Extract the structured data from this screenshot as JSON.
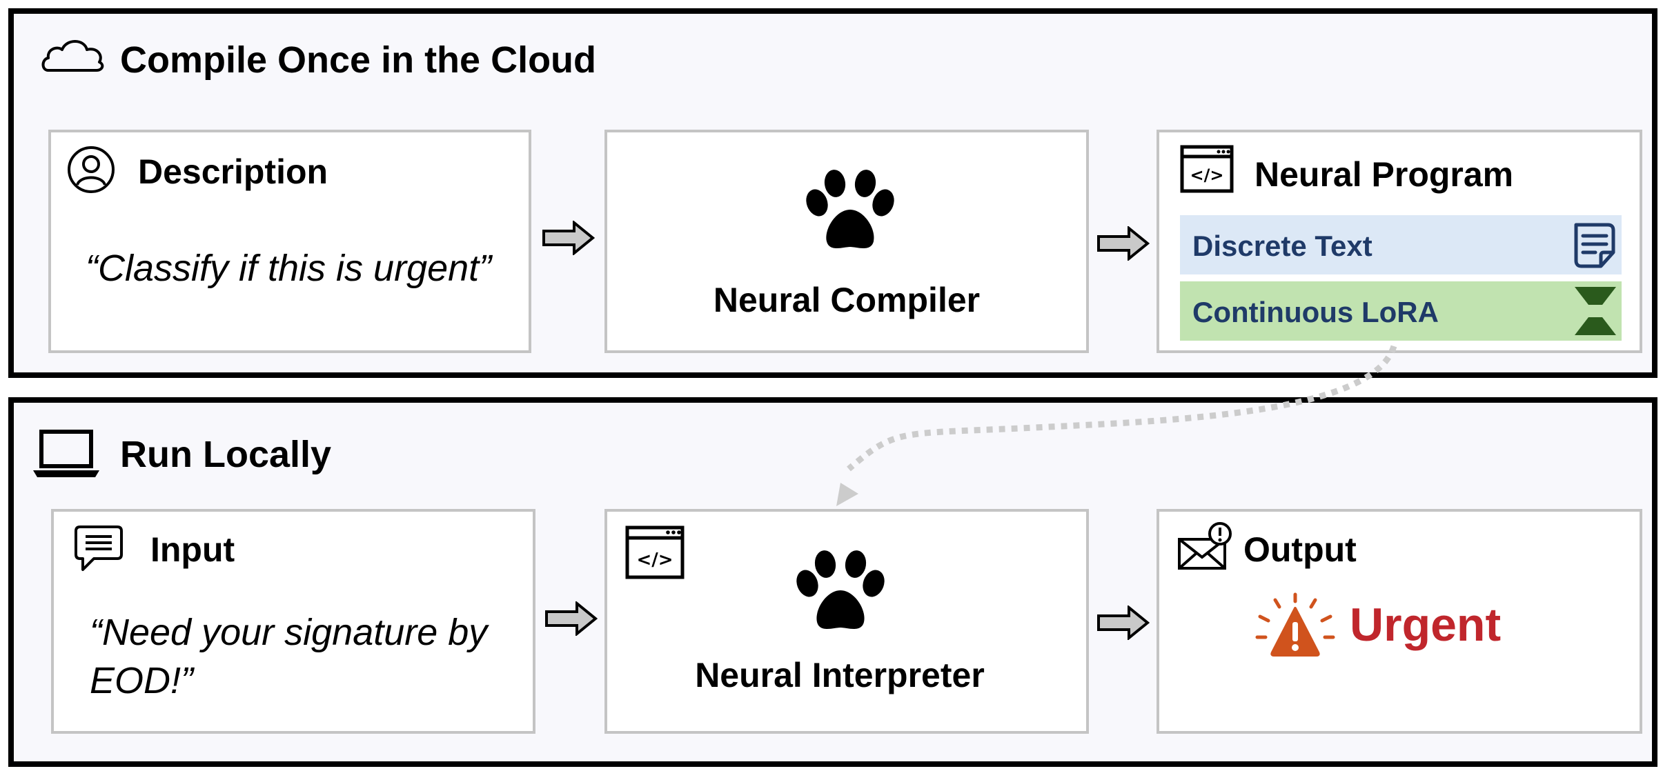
{
  "top_panel": {
    "title": "Compile Once in the Cloud",
    "icon": "cloud-icon",
    "description_box": {
      "title": "Description",
      "icon": "user-circle-icon",
      "quote": "“Classify if this is urgent”"
    },
    "compiler_box": {
      "label": "Neural Compiler",
      "icon": "paw-icon"
    },
    "program_box": {
      "title": "Neural Program",
      "icon": "code-window-icon",
      "bands": [
        {
          "label": "Discrete Text",
          "color": "#dce8f6",
          "icon": "document-icon"
        },
        {
          "label": "Continuous LoRA",
          "color": "#c1e3b0",
          "icon": "hourglass-icon"
        }
      ]
    }
  },
  "bottom_panel": {
    "title": "Run Locally",
    "icon": "laptop-icon",
    "input_box": {
      "title": "Input",
      "icon": "chat-bubble-icon",
      "quote": "“Need your signature by EOD!”"
    },
    "interpreter_box": {
      "label": "Neural Interpreter",
      "icons": [
        "code-window-icon",
        "paw-icon"
      ]
    },
    "output_box": {
      "title": "Output",
      "icon": "envelope-alert-icon",
      "result": "Urgent",
      "result_icon": "warning-triangle-icon",
      "result_color": "#c0262c",
      "warning_color": "#d0531d"
    }
  },
  "colors": {
    "panel_border": "#000000",
    "panel_background": "#f8f8fc",
    "box_border": "#c4c4c4",
    "arrow_fill": "#c9c9c9",
    "band_text": "#1f3a68",
    "connector": "#cccccc"
  }
}
